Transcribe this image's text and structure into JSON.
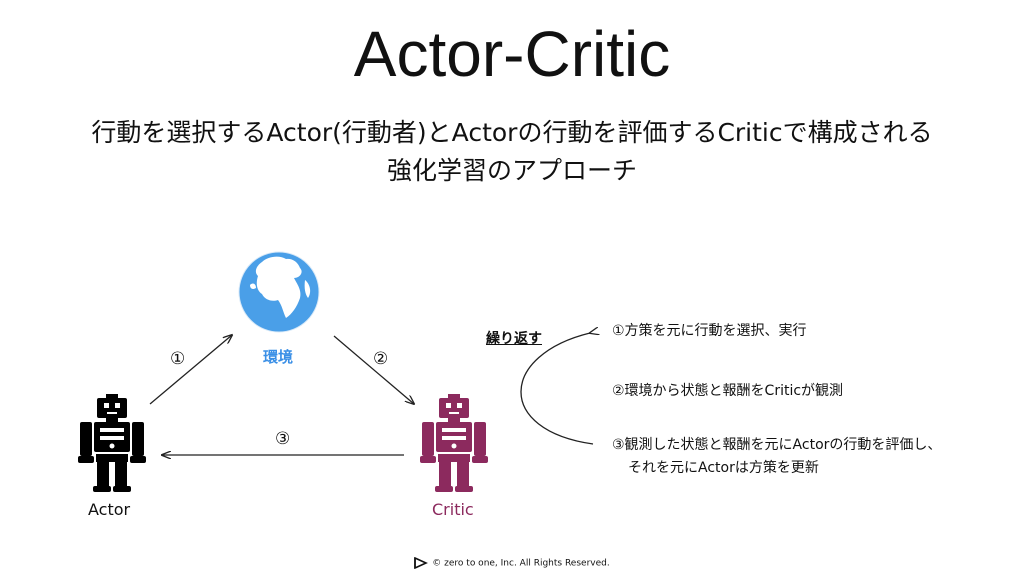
{
  "title": "Actor-Critic",
  "subtitle": {
    "line1": "行動を選択するActor(行動者)とActorの行動を評価するCriticで構成される",
    "line2": "強化学習のアプローチ"
  },
  "diagram": {
    "environment_label": "環境",
    "actor_label": "Actor",
    "critic_label": "Critic",
    "arrow1_label": "①",
    "arrow2_label": "②",
    "arrow3_label": "③",
    "repeat_label": "繰り返す",
    "steps": [
      "①方策を元に行動を選択、実行",
      "②環境から状態と報酬をCriticが観測",
      "③観測した状態と報酬を元にActorの行動を評価し、",
      "それを元にActorは方策を更新"
    ]
  },
  "footer": {
    "copyright": "© zero to one, Inc. All Rights Reserved."
  },
  "colors": {
    "environment_label": "#3a8fe6",
    "critic": "#8c2a5e",
    "actor": "#000000",
    "globe_ocean": "#4a9fe8",
    "globe_land": "#ffffff"
  }
}
